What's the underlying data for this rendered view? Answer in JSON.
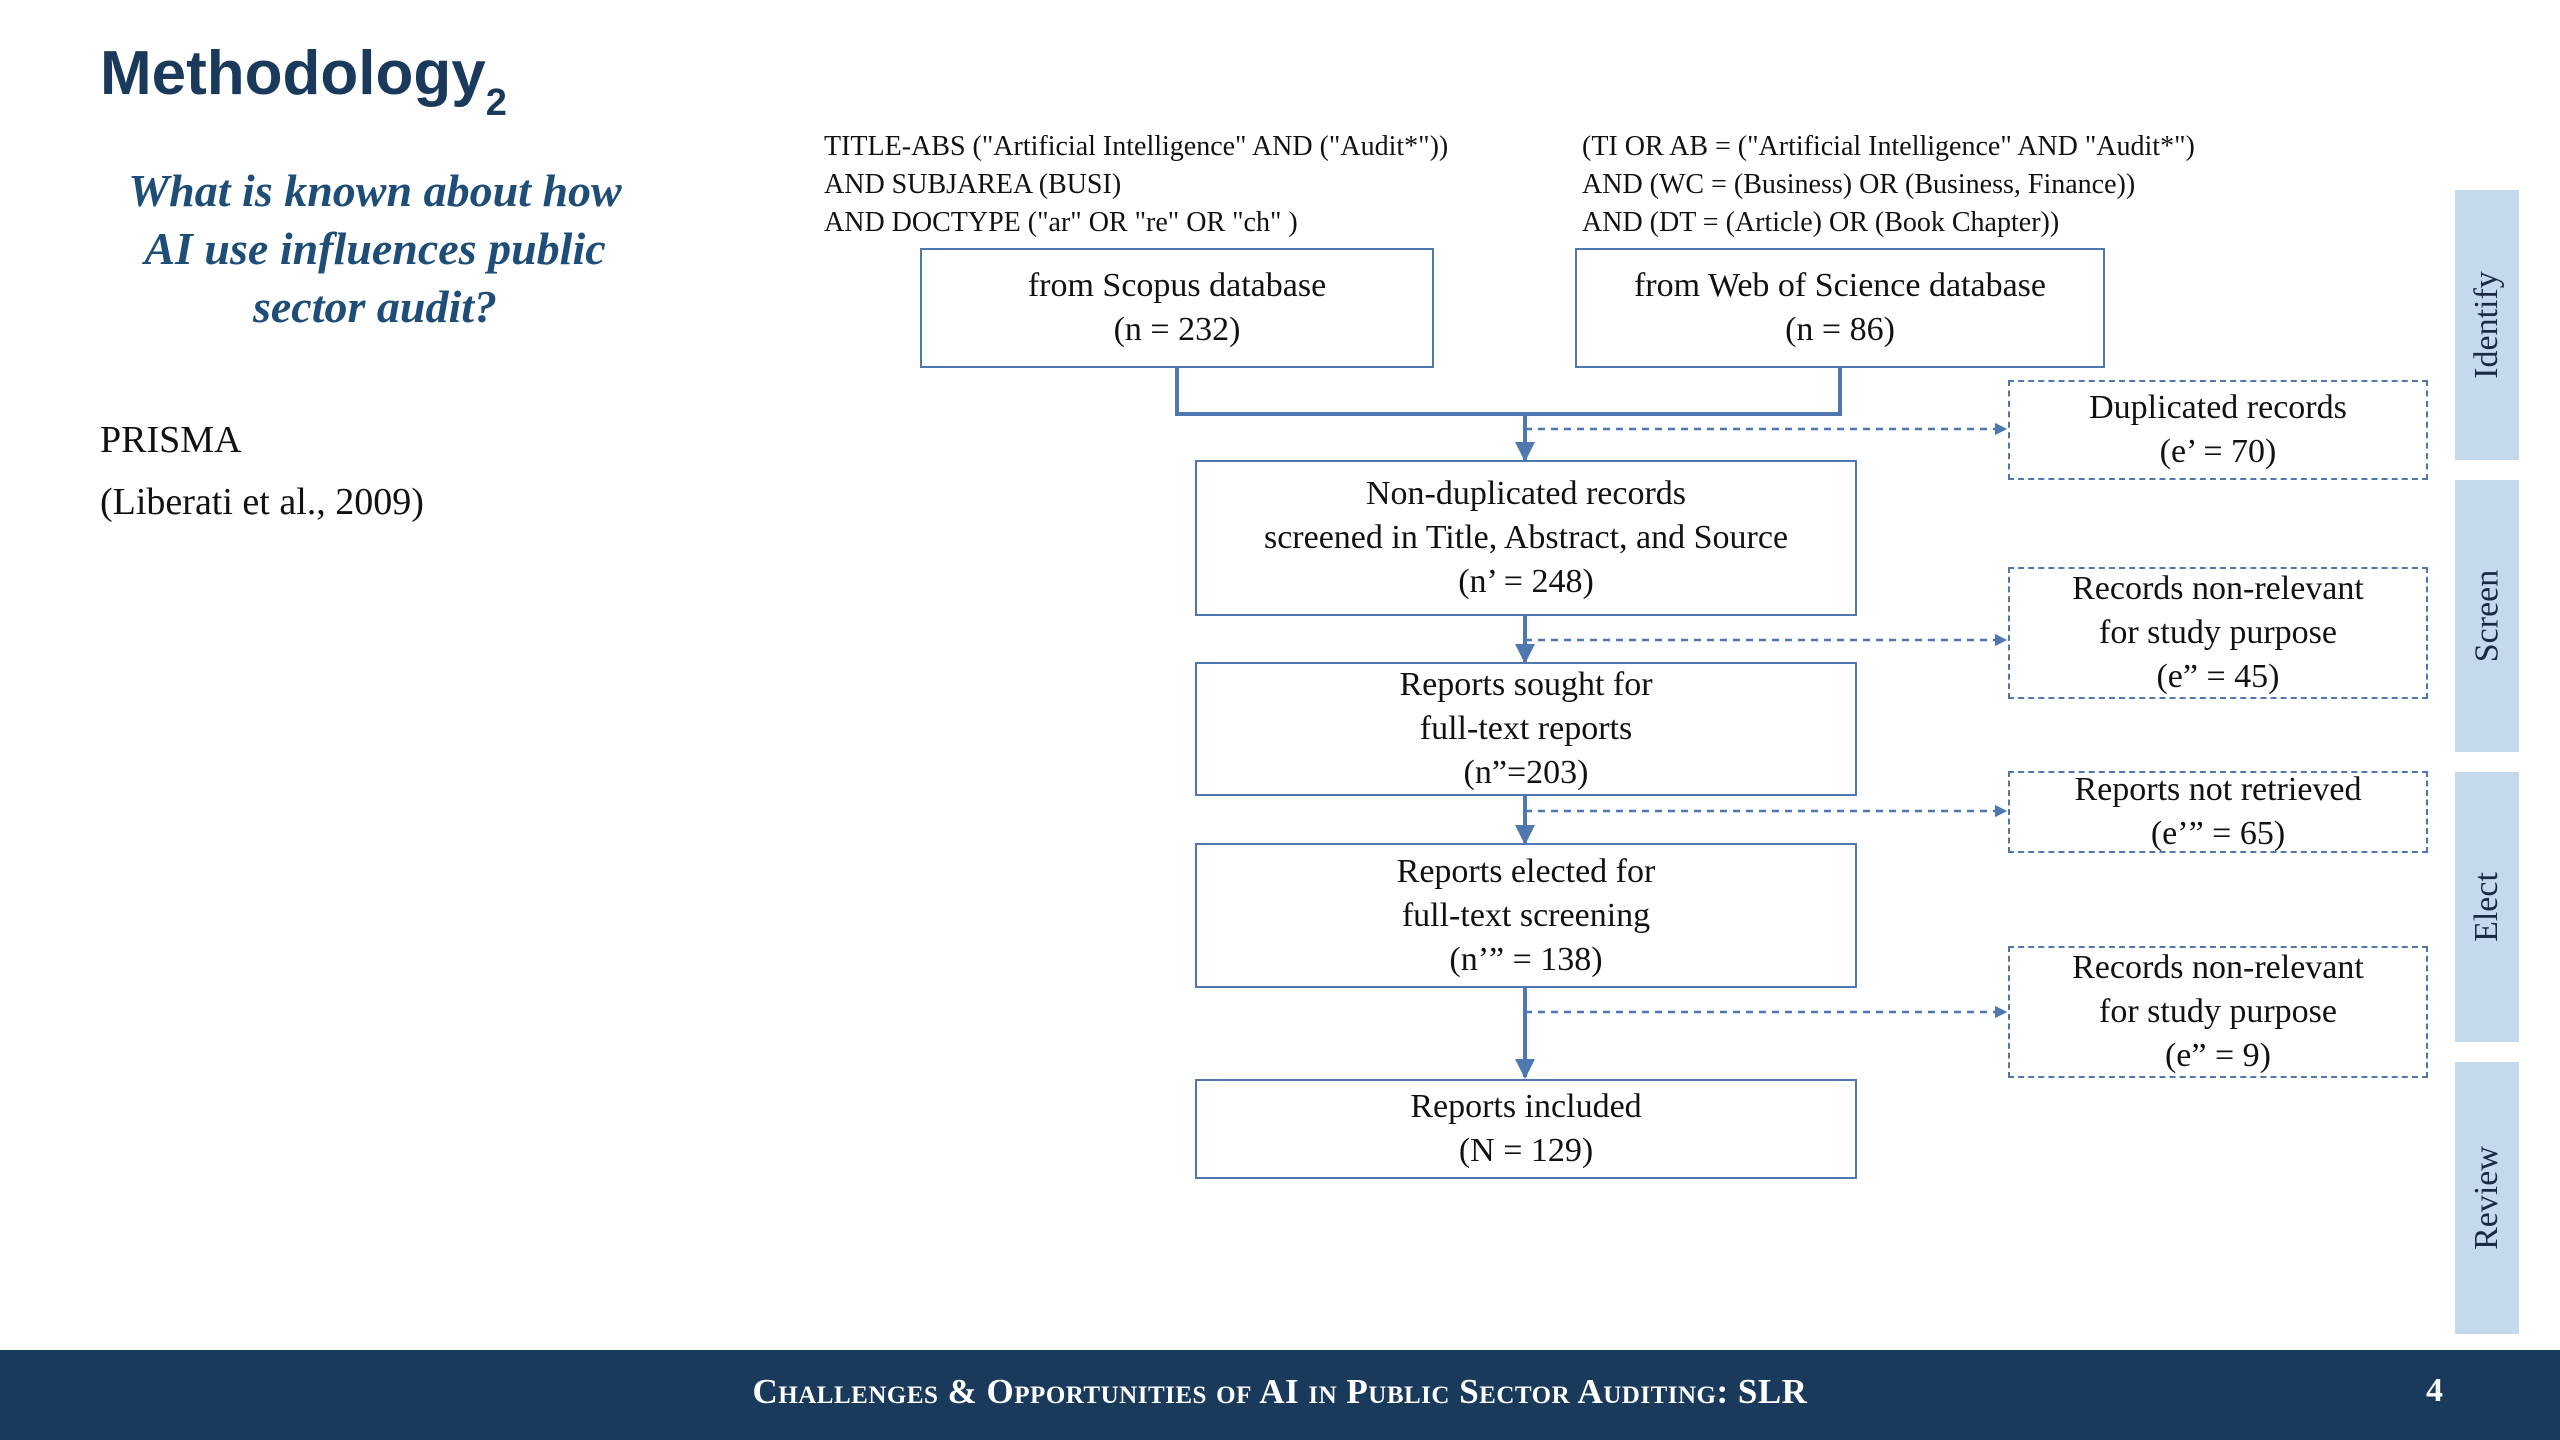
{
  "slide": {
    "title": "Methodology",
    "title_subscript": "2",
    "question_lines": [
      "What is known about how",
      "AI use influences public",
      "sector audit?"
    ],
    "method": "PRISMA",
    "citation": "(Liberati et al., 2009)"
  },
  "queries": {
    "scopus": [
      "TITLE-ABS (\"Artificial Intelligence\" AND (\"Audit*\"))",
      "AND SUBJAREA (BUSI)",
      "AND DOCTYPE (\"ar\" OR \"re\" OR \"ch\" )"
    ],
    "wos": [
      "(TI OR AB = (\"Artificial Intelligence\" AND \"Audit*\")",
      "AND (WC = (Business) OR (Business, Finance))",
      "AND (DT = (Article) OR (Book Chapter))"
    ]
  },
  "flow": {
    "scopus": {
      "lines": [
        "from Scopus database",
        "(n = 232)"
      ]
    },
    "wos": {
      "lines": [
        "from Web of Science database",
        "(n = 86)"
      ]
    },
    "nondup": {
      "lines": [
        "Non-duplicated records",
        "screened in Title, Abstract, and Source",
        "(n’ = 248)"
      ]
    },
    "sought": {
      "lines": [
        "Reports sought for",
        "full-text reports",
        "(n”=203)"
      ]
    },
    "elected": {
      "lines": [
        "Reports elected for",
        "full-text screening",
        "(n’” = 138)"
      ]
    },
    "included": {
      "lines": [
        "Reports included",
        "(N = 129)"
      ]
    }
  },
  "exclusions": {
    "duplicated": {
      "lines": [
        "Duplicated records",
        "(e’ = 70)"
      ]
    },
    "nonrelevant1": {
      "lines": [
        "Records non-relevant",
        "for study purpose",
        "(e” = 45)"
      ]
    },
    "notretrieved": {
      "lines": [
        "Reports not retrieved",
        "(e’” = 65)"
      ]
    },
    "nonrelevant2": {
      "lines": [
        "Records non-relevant",
        "for study purpose",
        "(e” = 9)"
      ]
    }
  },
  "phases": [
    "Identify",
    "Screen",
    "Elect",
    "Review"
  ],
  "footer": {
    "text": "Challenges & Opportunities of AI in Public Sector Auditing: SLR",
    "page_number": "4"
  },
  "colors": {
    "title": "#1a3a5c",
    "question": "#1e4d78",
    "box_border": "#4f78b0",
    "arrow": "#4f78b0",
    "phase_fill": "#c5d9ec",
    "footer_bg": "#1a3a5c"
  }
}
